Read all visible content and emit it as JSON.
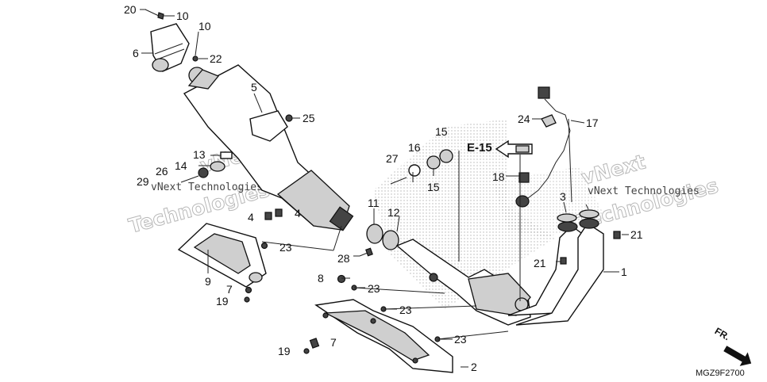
{
  "diagram": {
    "callouts": {
      "c1": "1",
      "c2": "2",
      "c3": "3",
      "c4a": "4",
      "c4b": "4",
      "c5": "5",
      "c6": "6",
      "c7a": "7",
      "c7b": "7",
      "c8": "8",
      "c9": "9",
      "c10a": "10",
      "c10b": "10",
      "c11": "11",
      "c12": "12",
      "c13": "13",
      "c14": "14",
      "c15a": "15",
      "c15b": "15",
      "c16": "16",
      "c17": "17",
      "c18": "18",
      "c19a": "19",
      "c19b": "19",
      "c20": "20",
      "c21a": "21",
      "c21b": "21",
      "c22": "22",
      "c23a": "23",
      "c23b": "23",
      "c23c": "23",
      "c23d": "23",
      "c24": "24",
      "c25": "25",
      "c26": "26",
      "c27": "27",
      "c28": "28",
      "c29": "29"
    },
    "reference_label": "E-15",
    "direction_label": "FR.",
    "drawing_code": "MGZ9F2700"
  },
  "watermark": {
    "brand_large": "vNext",
    "tech_large": "Technologies",
    "small": "vNext Technologies"
  }
}
